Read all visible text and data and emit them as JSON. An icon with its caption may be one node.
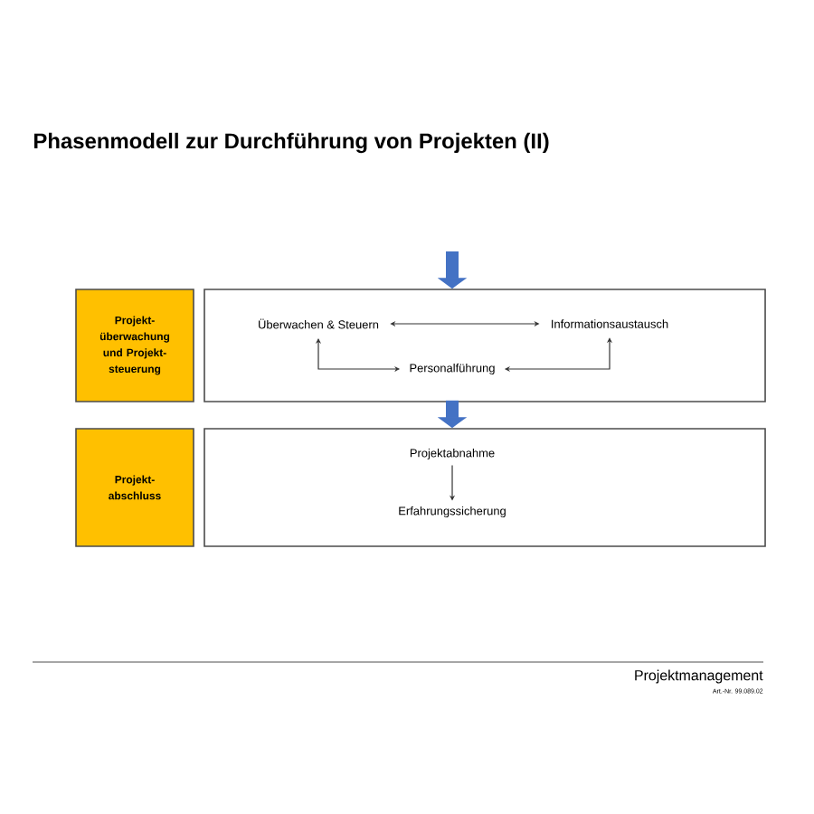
{
  "diagram": {
    "title": "Phasenmodell zur Durchführung von Projekten (II)",
    "nodes": [
      {
        "text": [
          "Projekt- überwachung und Projekt- steuerung"
        ]
      },
      {
        "text": [],
        "shape": "box"
      },
      {
        "text": [
          "Überwachen & Steuern"
        ],
        "in": 1
      },
      {
        "text": [
          "Informationsaustausch"
        ],
        "in": 1
      },
      {
        "text": [
          "Personalführung"
        ],
        "in": 1
      },
      {
        "text": [
          "Projekt- abschluss"
        ]
      },
      {
        "text": [],
        "shape": "box"
      },
      {
        "text": [
          "Projektabnahme"
        ],
        "in": 6
      },
      {
        "text": [
          "Erfahrungssicherung"
        ],
        "in": 6
      }
    ],
    "edges": [
      {
        "from": null,
        "to": 1,
        "arrow": "to",
        "style": "thick",
        "color": "#4472c4"
      },
      {
        "from": 1,
        "to": 6,
        "arrow": "to",
        "style": "thick",
        "color": "#4472c4"
      },
      {
        "from": 2,
        "to": 3,
        "arrow": "both"
      },
      {
        "from": 4,
        "to": 2,
        "arrow": "both"
      },
      {
        "from": 3,
        "to": 4,
        "arrow": "both"
      },
      {
        "from": 7,
        "to": 8,
        "arrow": "to"
      }
    ],
    "labels": [
      "Projektmanagement",
      "Art.-Nr. 99.089.02"
    ]
  }
}
